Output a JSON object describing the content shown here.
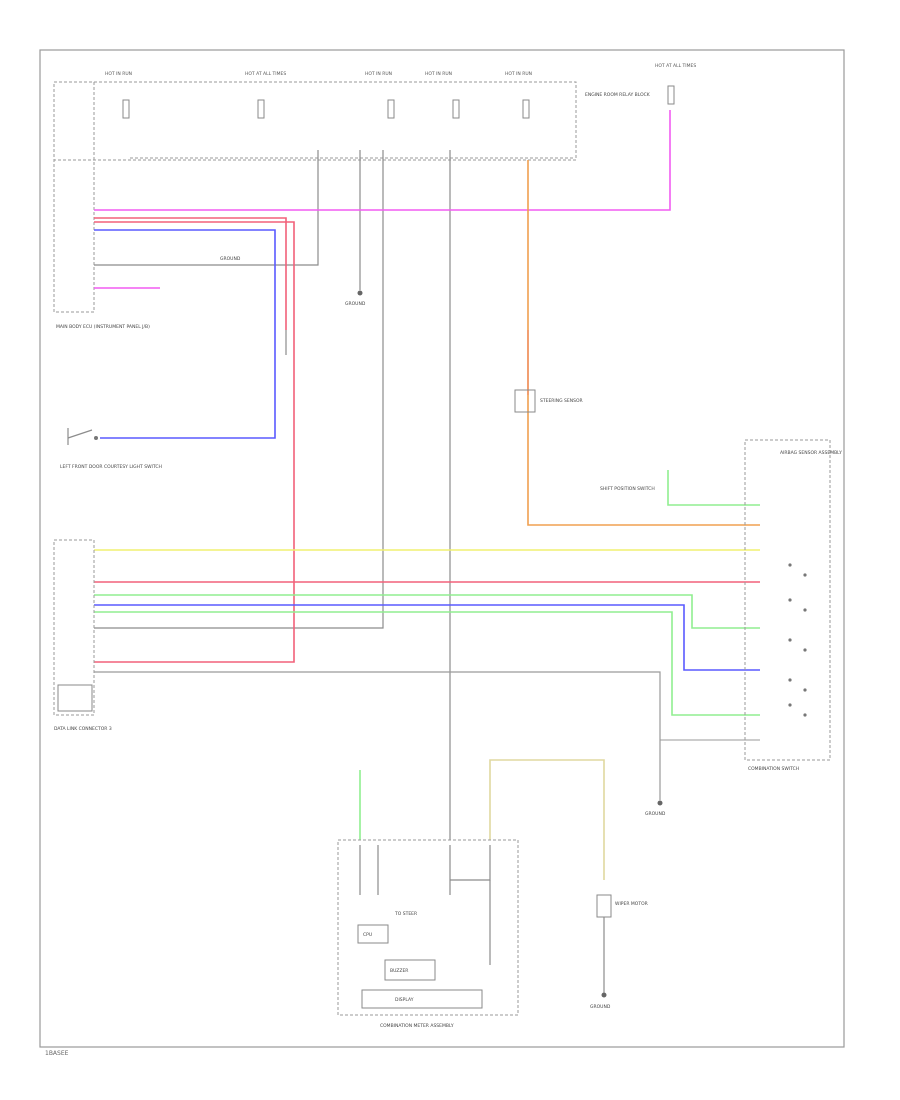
{
  "diagram_code": "1BASEE",
  "colors": {
    "frame": "#9a9a9a",
    "black_wire": "#8c8c8c",
    "pink": "#f25cf2",
    "red": "#f2607a",
    "blue": "#5a5aff",
    "orange": "#f0a050",
    "yellow": "#f0f070",
    "green": "#90ee90",
    "tan": "#e0d8a0"
  },
  "labels": {
    "fuse_1": "HOT IN RUN",
    "fuse_2": "HOT AT ALL TIMES",
    "fuse_3": "HOT IN RUN",
    "fuse_4": "HOT IN RUN",
    "fuse_5": "HOT IN RUN",
    "fuse_6": "HOT AT ALL TIMES",
    "relay_box": "ENGINE ROOM RELAY BLOCK",
    "ground_1": "GROUND",
    "ground_2": "GROUND",
    "ground_3": "GROUND",
    "ground_4": "GROUND",
    "main_body_ecu": "MAIN BODY ECU (INSTRUMENT PANEL J/B)",
    "door_switch": "LEFT FRONT DOOR COURTESY LIGHT SWITCH",
    "steering_sensor": "STEERING SENSOR",
    "combination_switch": "COMBINATION SWITCH",
    "airbag_sensor": "AIRBAG SENSOR ASSEMBLY",
    "shift_lever": "SHIFT POSITION SWITCH",
    "dlc3": "DATA LINK CONNECTOR 3",
    "wiper_motor": "WIPER MOTOR",
    "combination_meter": "COMBINATION METER ASSEMBLY",
    "meter_box_1": "CPU",
    "meter_box_2": "BUZZER",
    "display_box": "DISPLAY",
    "meter_note": "TO STEER"
  }
}
